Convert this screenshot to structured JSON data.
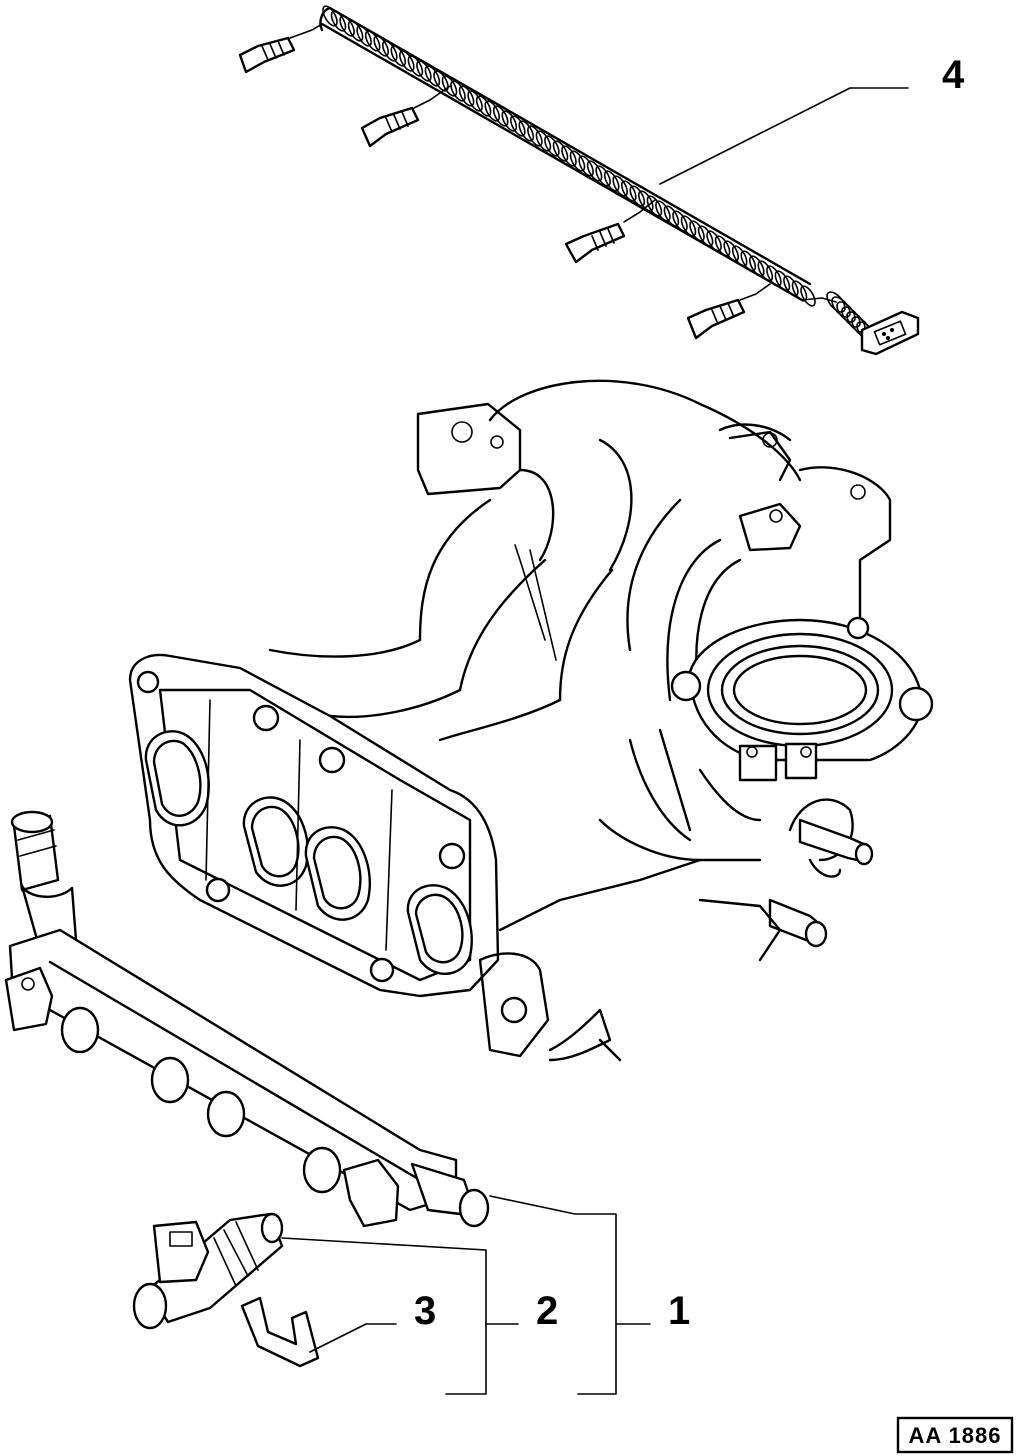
{
  "diagram": {
    "callouts": [
      {
        "id": "1",
        "label": "1"
      },
      {
        "id": "2",
        "label": "2"
      },
      {
        "id": "3",
        "label": "3"
      },
      {
        "id": "4",
        "label": "4"
      }
    ],
    "reference_code": "AA 1886"
  }
}
